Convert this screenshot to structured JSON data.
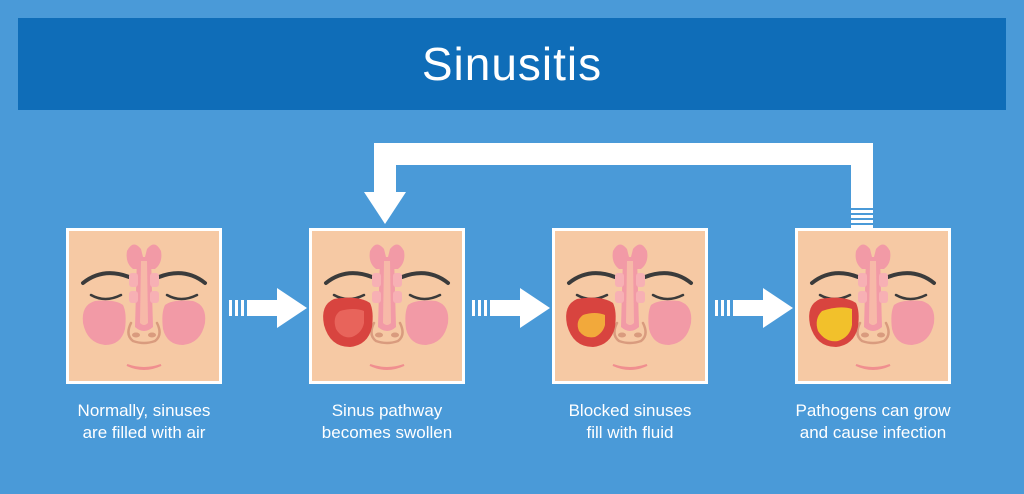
{
  "title": "Sinusitis",
  "colors": {
    "background": "#4a9ad8",
    "title_bar": "#0f6db8",
    "skin": "#f6c9a4",
    "normal_sinus": "#f29aa6",
    "swollen_sinus": "#d8443f",
    "fluid_sinus": "#f2a93b",
    "infected_sinus": "#f2c12b"
  },
  "stages": [
    {
      "name": "normal",
      "sinus_state": "air-filled",
      "caption_line1": "Normally, sinuses",
      "caption_line2": "are filled with air"
    },
    {
      "name": "swollen",
      "sinus_state": "swollen",
      "caption_line1": "Sinus pathway",
      "caption_line2": "becomes swollen"
    },
    {
      "name": "blocked",
      "sinus_state": "fluid-filled",
      "caption_line1": "Blocked sinuses",
      "caption_line2": "fill with fluid"
    },
    {
      "name": "infection",
      "sinus_state": "infected",
      "caption_line1": "Pathogens can grow",
      "caption_line2": "and cause infection"
    }
  ],
  "icons": {
    "forward_arrow": "right-arrow-icon",
    "loop_arrow": "loop-back-arrow-icon"
  }
}
